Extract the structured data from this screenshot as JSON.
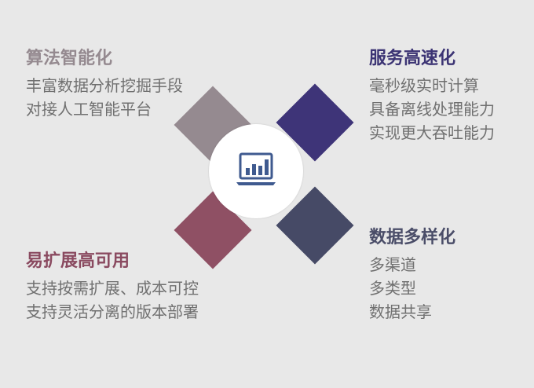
{
  "top_left": {
    "title": "算法智能化",
    "lines": [
      "丰富数据分析挖掘手段",
      "对接人工智能平台"
    ]
  },
  "top_right": {
    "title": "服务高速化",
    "lines": [
      "毫秒级实时计算",
      "具备离线处理能力",
      "实现更大吞吐能力"
    ]
  },
  "bottom_left": {
    "title": "易扩展高可用",
    "lines": [
      "支持按需扩展、成本可控",
      "支持灵活分离的版本部署"
    ]
  },
  "bottom_right": {
    "title": "数据多样化",
    "lines": [
      "多渠道",
      "多类型",
      "数据共享"
    ]
  },
  "center_icon": "laptop-chart-icon",
  "colors": {
    "top_left": "#958a90",
    "top_right": "#3e3478",
    "bottom_left": "#8f5064",
    "bottom_right": "#464a66"
  }
}
